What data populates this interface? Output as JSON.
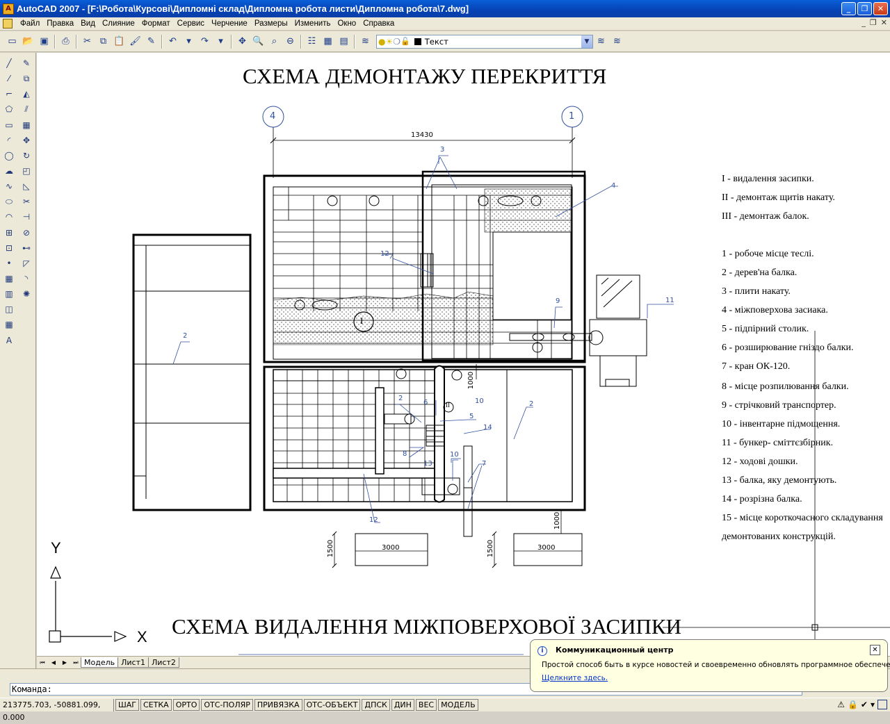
{
  "window": {
    "title": "AutoCAD 2007 - [F:\\Робота\\Курсові\\Дипломні склад\\Дипломна робота листи\\Дипломна робота\\7.dwg]"
  },
  "menu": [
    "Файл",
    "Правка",
    "Вид",
    "Слияние",
    "Формат",
    "Сервис",
    "Черчение",
    "Размеры",
    "Изменить",
    "Окно",
    "Справка"
  ],
  "toolbar": {
    "layer_name": "Текст"
  },
  "drawing": {
    "title_top": "СХЕМА ДЕМОНТАЖУ ПЕРЕКРИТТЯ",
    "title_bottom": "СХЕМА ВИДАЛЕННЯ МІЖПОВЕРХОВОЇ ЗАСИПКИ",
    "axis_left": "4",
    "axis_right": "1",
    "dim_main": "13430",
    "dim_3000_a": "3000",
    "dim_3000_b": "3000",
    "dim_1500_a": "1500",
    "dim_1500_b": "1500",
    "dim_1000_a": "1000",
    "dim_1000_b": "1000",
    "ucs_y": "Y",
    "ucs_x": "X",
    "labels": {
      "l2a": "2",
      "l2b": "2",
      "l2c": "2",
      "l3": "3",
      "l4": "4",
      "l5": "5",
      "l6": "6",
      "l7": "7",
      "l8": "8",
      "l9": "9",
      "l10a": "10",
      "l10b": "10",
      "l11": "11",
      "l12a": "12",
      "l12b": "12",
      "l13": "13",
      "l14": "14",
      "r1": "I",
      "r2": "II"
    },
    "legend": [
      "I - видалення засипки.",
      "II - демонтаж щитів накату.",
      "III - демонтаж балок.",
      "",
      "1 - робоче місце теслі.",
      "2 - дерев'на балка.",
      "3 - плити накату.",
      "4 - міжповерхова засиака.",
      "5 - підпірний столик.",
      "6 - розширювание гніздо балки.",
      "7 - кран ОК-120.",
      "8 - місце розпилювання балки.",
      "9 - стрічковий транспортер.",
      "10 - інвентарне підмощення.",
      "11 - бункер- сміттєзбірник.",
      "12 - ходові дошки.",
      "13 - балка, яку демонтують.",
      "14 - розрізна балка.",
      "15 - місце короткочасного складування",
      "        демонтованих  конструкцій."
    ]
  },
  "layout_tabs": [
    "Модель",
    "Лист1",
    "Лист2"
  ],
  "command": {
    "prompt": "Команда:"
  },
  "status": {
    "coords": "213775.703, -50881.099, 0.000",
    "toggles": [
      "ШАГ",
      "СЕТКА",
      "ОРТО",
      "ОТС-ПОЛЯР",
      "ПРИВЯЗКА",
      "ОТС-ОБЪЕКТ",
      "ДПСК",
      "ДИН",
      "ВЕС",
      "МОДЕЛЬ"
    ]
  },
  "balloon": {
    "title": "Коммуникационный центр",
    "text": "Простой способ быть в курсе новостей и своевременно обновлять программное обеспечение.",
    "link": "Щелкните здесь."
  },
  "icons": {
    "left_col1": [
      "line-icon",
      "construction-line-icon",
      "polyline-icon",
      "polygon-icon",
      "rectangle-icon",
      "arc-icon",
      "circle-icon",
      "revision-cloud-icon",
      "spline-icon",
      "ellipse-icon",
      "ellipse-arc-icon",
      "insert-block-icon",
      "make-block-icon",
      "point-icon",
      "hatch-icon",
      "gradient-icon",
      "region-icon",
      "table-icon",
      "mtext-icon"
    ],
    "left_col2": [
      "erase-icon",
      "copy-icon",
      "mirror-icon",
      "offset-icon",
      "array-icon",
      "move-icon",
      "rotate-icon",
      "scale-icon",
      "stretch-icon",
      "trim-icon",
      "extend-icon",
      "break-icon",
      "join-icon",
      "chamfer-icon",
      "fillet-icon",
      "explode-icon"
    ]
  },
  "colors": {
    "title_bar": "#0542b5",
    "annotation": "#3050a0",
    "drawing_line": "#000000"
  }
}
